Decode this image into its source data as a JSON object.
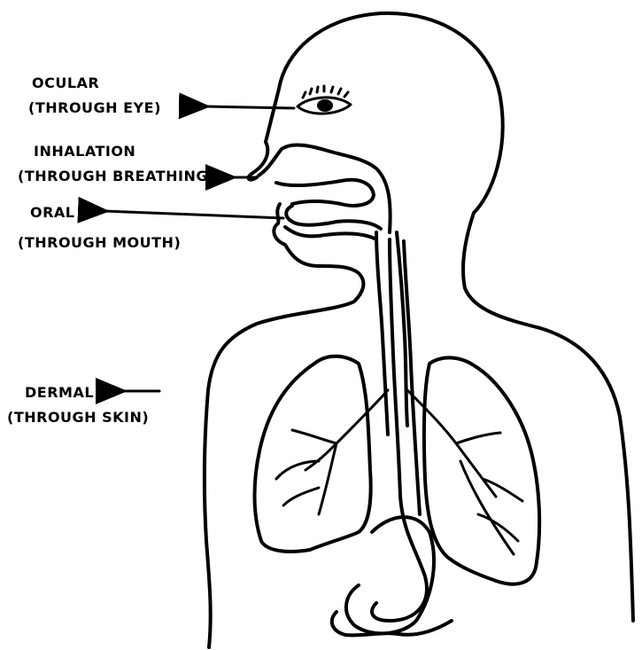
{
  "labels": {
    "ocular_title": "OCULAR",
    "ocular_detail": "(THROUGH EYE)",
    "inhalation_title": "INHALATION",
    "inhalation_detail": "(THROUGH BREATHING)",
    "oral_title": "ORAL",
    "oral_detail": "(THROUGH MOUTH)",
    "dermal_title": "DERMAL",
    "dermal_detail": "(THROUGH SKIN)"
  },
  "colors": {
    "ink": "#000000",
    "paper": "#ffffff"
  }
}
